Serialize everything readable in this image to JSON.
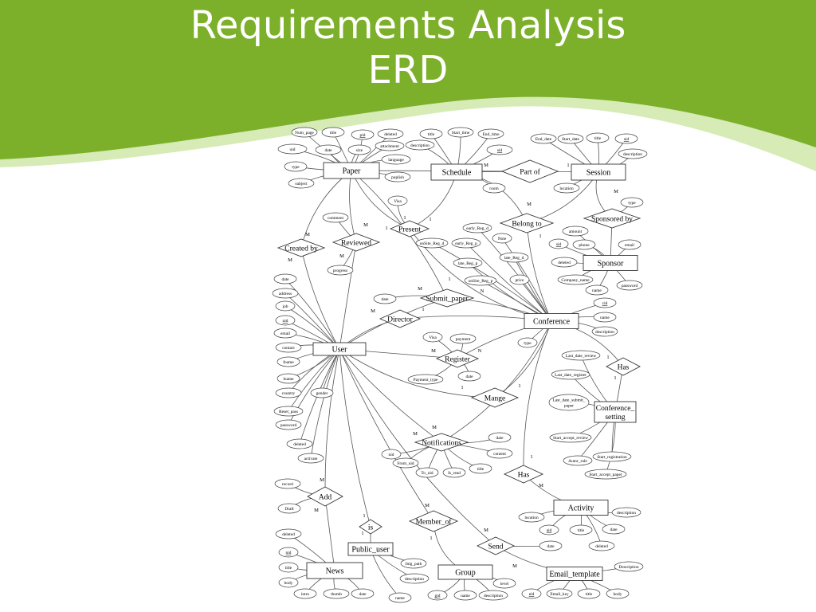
{
  "slide": {
    "title_line1": "Requirements Analysis",
    "title_line2": "ERD",
    "theme_color": "#7cb02a"
  },
  "erd": {
    "entities": [
      {
        "id": "paper",
        "label": "Paper"
      },
      {
        "id": "schedule",
        "label": "Schedule"
      },
      {
        "id": "session",
        "label": "Session"
      },
      {
        "id": "sponsor",
        "label": "Sponsor"
      },
      {
        "id": "conference",
        "label": "Conference"
      },
      {
        "id": "user",
        "label": "User"
      },
      {
        "id": "conference_setting",
        "label": "Conference_ setting"
      },
      {
        "id": "activity",
        "label": "Activity"
      },
      {
        "id": "public_user",
        "label": "Public_user"
      },
      {
        "id": "news",
        "label": "News"
      },
      {
        "id": "group",
        "label": "Group"
      },
      {
        "id": "email_template",
        "label": "Email_template"
      }
    ],
    "relationships": [
      {
        "id": "part_of",
        "label": "Part of"
      },
      {
        "id": "belong_to",
        "label": "Belong to"
      },
      {
        "id": "sponsored_by",
        "label": "Sponsored by"
      },
      {
        "id": "present",
        "label": "Present"
      },
      {
        "id": "reviewed",
        "label": "Reviewed"
      },
      {
        "id": "created_by",
        "label": "Created by"
      },
      {
        "id": "submit_paper",
        "label": "Submit_paper"
      },
      {
        "id": "director",
        "label": "Director"
      },
      {
        "id": "register",
        "label": "Register"
      },
      {
        "id": "has_setting",
        "label": "Has"
      },
      {
        "id": "mange",
        "label": "Mange"
      },
      {
        "id": "notifications",
        "label": "Notifications"
      },
      {
        "id": "has_activity",
        "label": "Has"
      },
      {
        "id": "add",
        "label": "Add"
      },
      {
        "id": "is",
        "label": "is"
      },
      {
        "id": "member_of",
        "label": "Member_of"
      },
      {
        "id": "send",
        "label": "Send"
      }
    ],
    "attributes": [
      {
        "id": "p_num_page",
        "label": "Num_page"
      },
      {
        "id": "p_title",
        "label": "title"
      },
      {
        "id": "p_pid",
        "label": "pid",
        "key": true
      },
      {
        "id": "p_deleted",
        "label": "deleted"
      },
      {
        "id": "p_uid",
        "label": "uid"
      },
      {
        "id": "p_date",
        "label": "date"
      },
      {
        "id": "p_size",
        "label": "size"
      },
      {
        "id": "p_attachment",
        "label": "attachment"
      },
      {
        "id": "p_language",
        "label": "language"
      },
      {
        "id": "p_type",
        "label": "type"
      },
      {
        "id": "p_puplish",
        "label": "puplish"
      },
      {
        "id": "p_subject",
        "label": "subject"
      },
      {
        "id": "s_title",
        "label": "title"
      },
      {
        "id": "s_start_time",
        "label": "Start_time"
      },
      {
        "id": "s_end_time",
        "label": "End_time"
      },
      {
        "id": "s_description",
        "label": "description"
      },
      {
        "id": "s_sid",
        "label": "sid",
        "key": true
      },
      {
        "id": "s_room",
        "label": "room"
      },
      {
        "id": "se_end_date",
        "label": "End_date"
      },
      {
        "id": "se_start_date",
        "label": "Start_date"
      },
      {
        "id": "se_title",
        "label": "title"
      },
      {
        "id": "se_sid",
        "label": "sid",
        "key": true
      },
      {
        "id": "se_description",
        "label": "description"
      },
      {
        "id": "se_location",
        "label": "location"
      },
      {
        "id": "sb_type",
        "label": "type"
      },
      {
        "id": "sb_amount",
        "label": "amount"
      },
      {
        "id": "sp_sid",
        "label": "sid",
        "key": true
      },
      {
        "id": "sp_phone",
        "label": "phone"
      },
      {
        "id": "sp_email",
        "label": "email"
      },
      {
        "id": "sp_deleted",
        "label": "deleted"
      },
      {
        "id": "sp_company_name",
        "label": "Company_name"
      },
      {
        "id": "sp_password",
        "label": "password"
      },
      {
        "id": "sp_name",
        "label": "name"
      },
      {
        "id": "pr_visa",
        "label": "Visa"
      },
      {
        "id": "rv_comment",
        "label": "comment"
      },
      {
        "id": "rv_progress",
        "label": "progress"
      },
      {
        "id": "c_early_reg_d",
        "label": "early_Reg_d"
      },
      {
        "id": "c_note",
        "label": "Note"
      },
      {
        "id": "c_onsite_reg_d",
        "label": "onSite_Reg_d"
      },
      {
        "id": "c_early_reg_p",
        "label": "early_Reg_p"
      },
      {
        "id": "c_late_reg_d",
        "label": "late_Reg_d"
      },
      {
        "id": "c_late_reg_p",
        "label": "late_Reg_p"
      },
      {
        "id": "c_onsite_reg_p",
        "label": "onSite_Reg_p"
      },
      {
        "id": "c_price",
        "label": "price"
      },
      {
        "id": "c_cid",
        "label": "cid",
        "key": true
      },
      {
        "id": "c_name",
        "label": "name"
      },
      {
        "id": "c_description",
        "label": "description"
      },
      {
        "id": "c_type",
        "label": "type"
      },
      {
        "id": "sub_date",
        "label": "date"
      },
      {
        "id": "u_date",
        "label": "date"
      },
      {
        "id": "u_address",
        "label": "address"
      },
      {
        "id": "u_job",
        "label": "job"
      },
      {
        "id": "u_uid",
        "label": "uid",
        "key": true
      },
      {
        "id": "u_email",
        "label": "email"
      },
      {
        "id": "u_contact",
        "label": "contact"
      },
      {
        "id": "u_fname",
        "label": "fname"
      },
      {
        "id": "u_lname",
        "label": "lname"
      },
      {
        "id": "u_country",
        "label": "country"
      },
      {
        "id": "u_gender",
        "label": "gender"
      },
      {
        "id": "u_reset_pass",
        "label": "Reset_pass"
      },
      {
        "id": "u_password",
        "label": "password"
      },
      {
        "id": "u_deleted",
        "label": "deleted"
      },
      {
        "id": "u_activate",
        "label": "activate"
      },
      {
        "id": "rg_visa",
        "label": "Visa"
      },
      {
        "id": "rg_payment",
        "label": "payment"
      },
      {
        "id": "rg_payment_type",
        "label": "Payment_type"
      },
      {
        "id": "rg_date",
        "label": "date"
      },
      {
        "id": "cs_last_date_review",
        "label": "Last_date_review"
      },
      {
        "id": "cs_last_date_register",
        "label": "Last_date_register"
      },
      {
        "id": "cs_last_date_submit",
        "label": "Last_date_submit_ paper"
      },
      {
        "id": "cs_start_accept_review",
        "label": "Start_accept_review"
      },
      {
        "id": "cs_autor_rule",
        "label": "Autor_rule"
      },
      {
        "id": "cs_start_registration",
        "label": "Start_registration"
      },
      {
        "id": "cs_start_accept_paper",
        "label": "Start_accept_paper"
      },
      {
        "id": "n_date",
        "label": "date"
      },
      {
        "id": "n_nid",
        "label": "nid"
      },
      {
        "id": "n_content",
        "label": "content"
      },
      {
        "id": "n_from_uid",
        "label": "From_uid"
      },
      {
        "id": "n_to_uid",
        "label": "To_uid"
      },
      {
        "id": "n_is_read",
        "label": "Is_read"
      },
      {
        "id": "n_title",
        "label": "title"
      },
      {
        "id": "a_location",
        "label": "location"
      },
      {
        "id": "a_description",
        "label": "description"
      },
      {
        "id": "a_aid",
        "label": "aid",
        "key": true
      },
      {
        "id": "a_title",
        "label": "title"
      },
      {
        "id": "a_date",
        "label": "date"
      },
      {
        "id": "a_deleted",
        "label": "deleted"
      },
      {
        "id": "ad_record",
        "label": "record"
      },
      {
        "id": "ad_draft",
        "label": "Draft"
      },
      {
        "id": "nw_deleted",
        "label": "deleted"
      },
      {
        "id": "nw_nid",
        "label": "nid",
        "key": true
      },
      {
        "id": "nw_title",
        "label": "title"
      },
      {
        "id": "nw_body",
        "label": "body"
      },
      {
        "id": "nw_intro",
        "label": "intro"
      },
      {
        "id": "nw_thumb",
        "label": "thumb"
      },
      {
        "id": "nw_date",
        "label": "date"
      },
      {
        "id": "pu_img_path",
        "label": "Img_path"
      },
      {
        "id": "pu_description",
        "label": "description"
      },
      {
        "id": "pu_name",
        "label": "name"
      },
      {
        "id": "g_level",
        "label": "level"
      },
      {
        "id": "g_gid",
        "label": "gid",
        "key": true
      },
      {
        "id": "g_name",
        "label": "name"
      },
      {
        "id": "g_description",
        "label": "description"
      },
      {
        "id": "sd_date",
        "label": "date"
      },
      {
        "id": "et_description",
        "label": "Description"
      },
      {
        "id": "et_eid",
        "label": "eid",
        "key": true
      },
      {
        "id": "et_email_key",
        "label": "Email_key"
      },
      {
        "id": "et_title",
        "label": "title"
      },
      {
        "id": "et_body",
        "label": "body"
      }
    ],
    "cardinality_labels": [
      {
        "id": "k1",
        "label": "M"
      },
      {
        "id": "k2",
        "label": "1"
      },
      {
        "id": "k3",
        "label": "M"
      },
      {
        "id": "k4",
        "label": "M"
      },
      {
        "id": "k5",
        "label": "1"
      },
      {
        "id": "k6",
        "label": "1"
      },
      {
        "id": "k7",
        "label": "1"
      },
      {
        "id": "k8",
        "label": "M"
      },
      {
        "id": "k9",
        "label": "M"
      },
      {
        "id": "k10",
        "label": "M"
      },
      {
        "id": "k11",
        "label": "M"
      },
      {
        "id": "k12",
        "label": "1"
      },
      {
        "id": "k13",
        "label": "1"
      },
      {
        "id": "k14",
        "label": "M"
      },
      {
        "id": "k15",
        "label": "N"
      },
      {
        "id": "k16",
        "label": "M"
      },
      {
        "id": "k17",
        "label": "1"
      },
      {
        "id": "k18",
        "label": "M"
      },
      {
        "id": "k19",
        "label": "N"
      },
      {
        "id": "k20",
        "label": "1"
      },
      {
        "id": "k21",
        "label": "1"
      },
      {
        "id": "k22",
        "label": "1"
      },
      {
        "id": "k23",
        "label": "1"
      },
      {
        "id": "k24",
        "label": "M"
      },
      {
        "id": "k25",
        "label": "M"
      },
      {
        "id": "k26",
        "label": "1"
      },
      {
        "id": "k27",
        "label": "M"
      },
      {
        "id": "k28",
        "label": "M"
      },
      {
        "id": "k29",
        "label": "M"
      },
      {
        "id": "k30",
        "label": "1"
      },
      {
        "id": "k31",
        "label": "1"
      },
      {
        "id": "k32",
        "label": "M"
      },
      {
        "id": "k33",
        "label": "1"
      },
      {
        "id": "k34",
        "label": "M"
      },
      {
        "id": "k35",
        "label": "M"
      }
    ]
  }
}
